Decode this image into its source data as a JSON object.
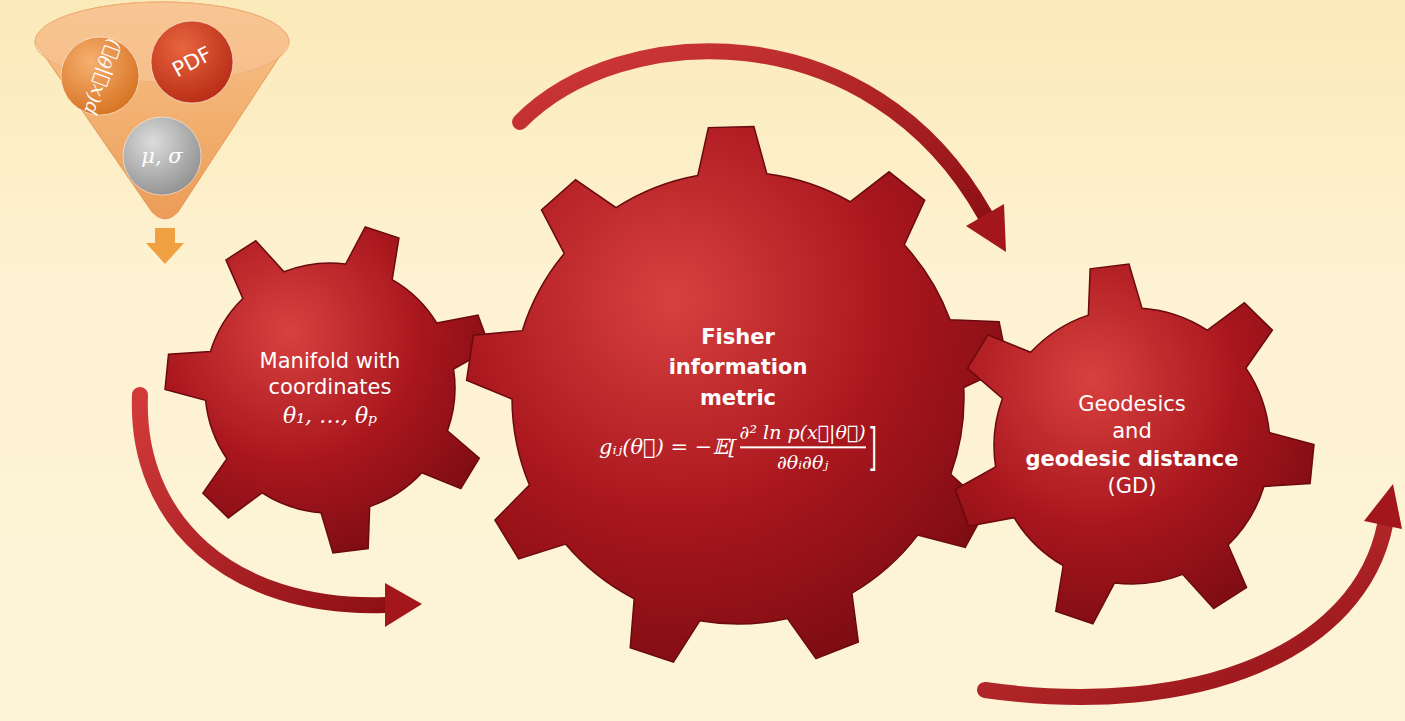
{
  "diagram": {
    "nodes": [
      {
        "text": [
          "p(x⃗|θ⃗)"
        ]
      },
      {
        "text": [
          "PDF"
        ]
      },
      {
        "text": [
          "μ, σ"
        ]
      },
      {
        "text": [
          "Manifold with coordinates",
          "θ₁, …, θₚ"
        ]
      },
      {
        "text": [
          "Fisher information metric",
          "gᵢⱼ(θ⃗) = −𝔼[",
          "∂² ln p(x⃗|θ⃗)",
          "∂θᵢ∂θⱼ",
          "]"
        ]
      },
      {
        "text": [
          "Geodesics and",
          "geodesic distance",
          "(GD)"
        ]
      }
    ]
  }
}
